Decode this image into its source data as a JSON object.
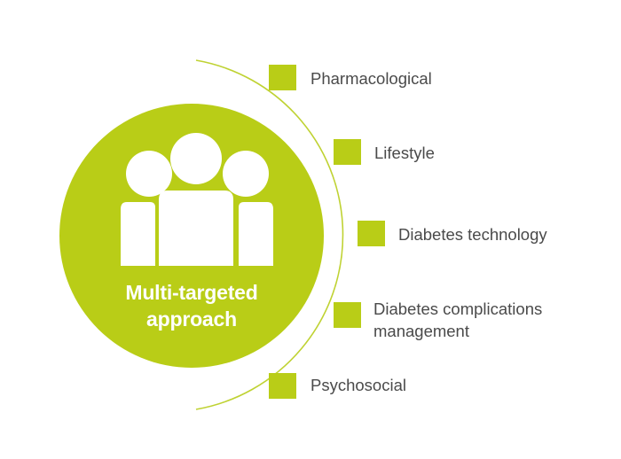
{
  "colors": {
    "accent": "#b9cd17",
    "arc": "#bfd232",
    "text": "#4a4a4a",
    "hub_text": "#ffffff"
  },
  "hub": {
    "icon": "people-group-icon",
    "title_line1": "Multi-targeted",
    "title_line2": "approach"
  },
  "items": [
    {
      "label": "Pharmacological",
      "icon": "square-bullet-icon"
    },
    {
      "label": "Lifestyle",
      "icon": "square-bullet-icon"
    },
    {
      "label": "Diabetes technology",
      "icon": "square-bullet-icon"
    },
    {
      "label_line1": "Diabetes complications",
      "label_line2": "management",
      "icon": "square-bullet-icon"
    },
    {
      "label": "Psychosocial",
      "icon": "square-bullet-icon"
    }
  ]
}
